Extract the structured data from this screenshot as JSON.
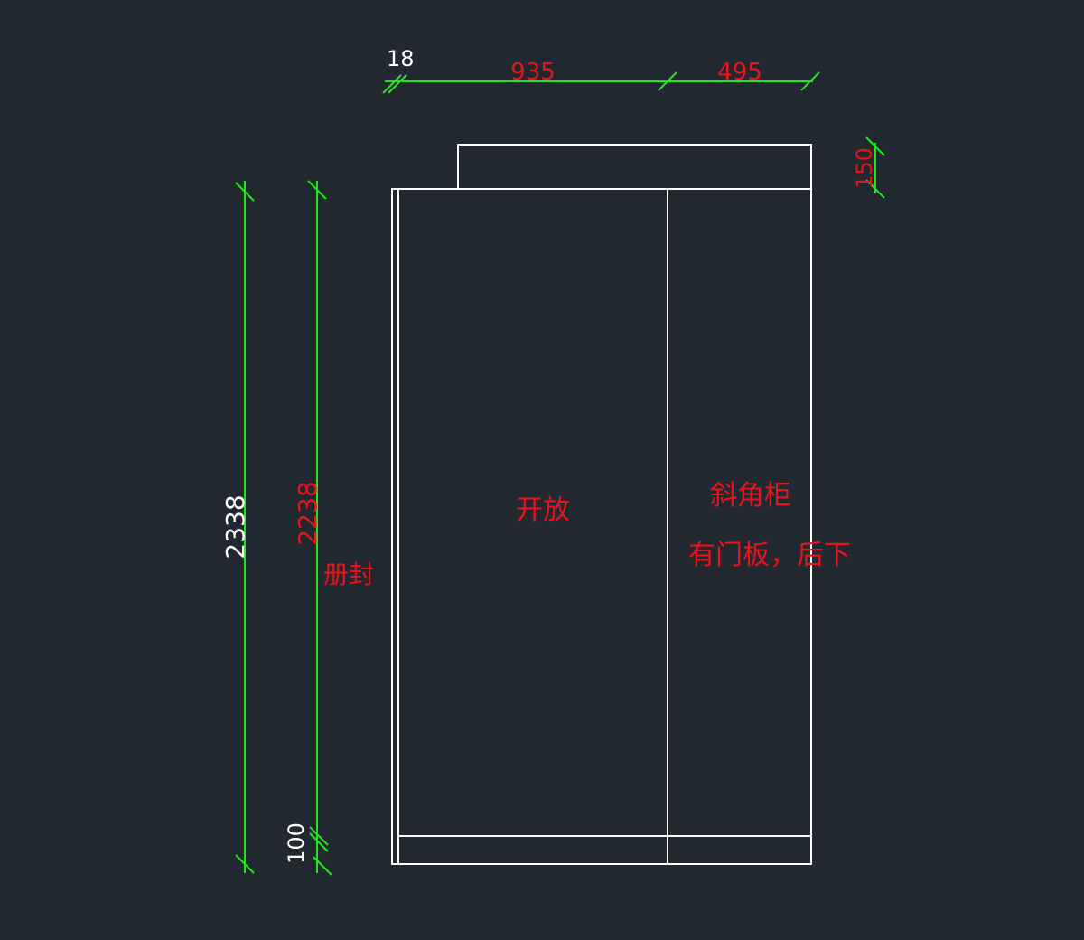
{
  "colors": {
    "background": "#212830",
    "outline": "#ffffff",
    "dimension_line": "#22e51d",
    "dimension_text_red": "#e8141b",
    "dimension_text_white": "#ffffff",
    "annotation_text": "#e8141b"
  },
  "dimensions": {
    "top_panel_thickness": "18",
    "open_section_width": "935",
    "corner_cabinet_width": "495",
    "top_step_height": "150",
    "overall_height": "2338",
    "cabinet_height": "2238",
    "plinth_height": "100"
  },
  "annotations": {
    "open_section": "开放",
    "corner_cabinet": "斜角柜",
    "corner_cabinet_note": "有门板，后下",
    "side_seal": "册封"
  }
}
